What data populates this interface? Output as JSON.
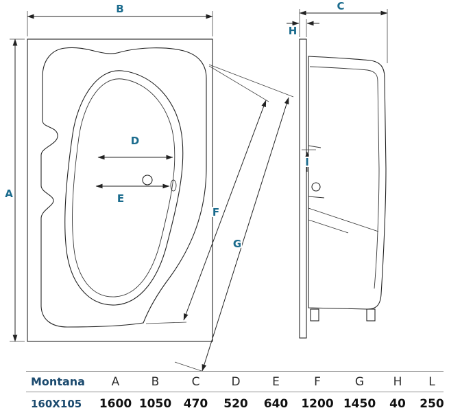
{
  "labels": {
    "A": "A",
    "B": "B",
    "C": "C",
    "D": "D",
    "E": "E",
    "F": "F",
    "G": "G",
    "H": "H",
    "I": "I"
  },
  "table": {
    "model": "Montana",
    "size": "160X105",
    "headers": [
      "A",
      "B",
      "C",
      "D",
      "E",
      "F",
      "G",
      "H",
      "L"
    ],
    "values": [
      "1600",
      "1050",
      "470",
      "520",
      "640",
      "1200",
      "1450",
      "40",
      "250"
    ]
  },
  "colors": {
    "dimension_label": "#1a6b8d",
    "model_text": "#1b4a6e",
    "drawing_line": "#222222"
  }
}
